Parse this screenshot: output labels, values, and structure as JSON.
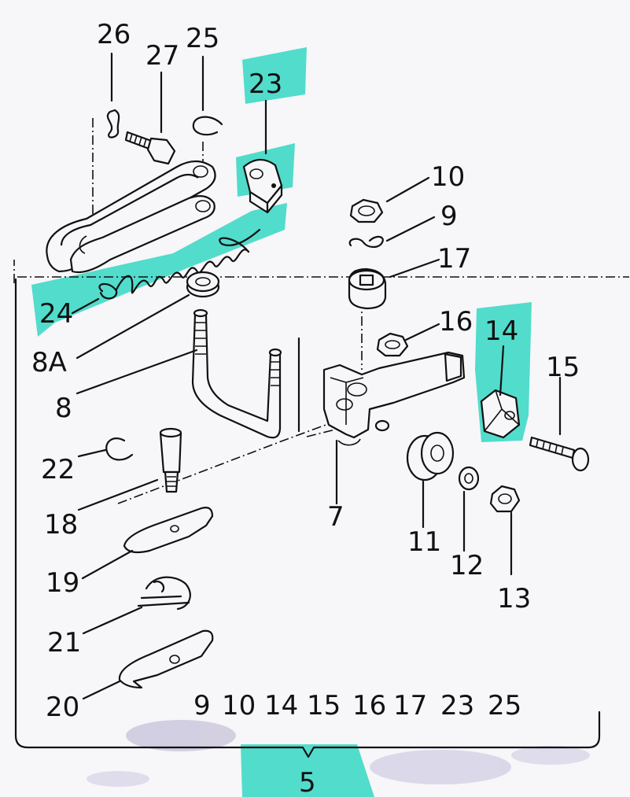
{
  "colors": {
    "highlight": "#3fd9c6",
    "ink": "#111111",
    "paper": "#f7f6f8",
    "smudge": "#a9a2c8"
  },
  "labels": {
    "p26": "26",
    "p27": "27",
    "p25": "25",
    "p23": "23",
    "p10": "10",
    "p9": "9",
    "p17": "17",
    "p16": "16",
    "p14": "14",
    "p15": "15",
    "p24": "24",
    "p8A": "8A",
    "p8": "8",
    "p22": "22",
    "p18": "18",
    "p19": "19",
    "p21": "21",
    "p20": "20",
    "p7": "7",
    "p11": "11",
    "p12": "12",
    "p13": "13",
    "p5": "5"
  },
  "kit_row": [
    "9",
    "10",
    "14",
    "15",
    "16",
    "17",
    "23",
    "25"
  ]
}
